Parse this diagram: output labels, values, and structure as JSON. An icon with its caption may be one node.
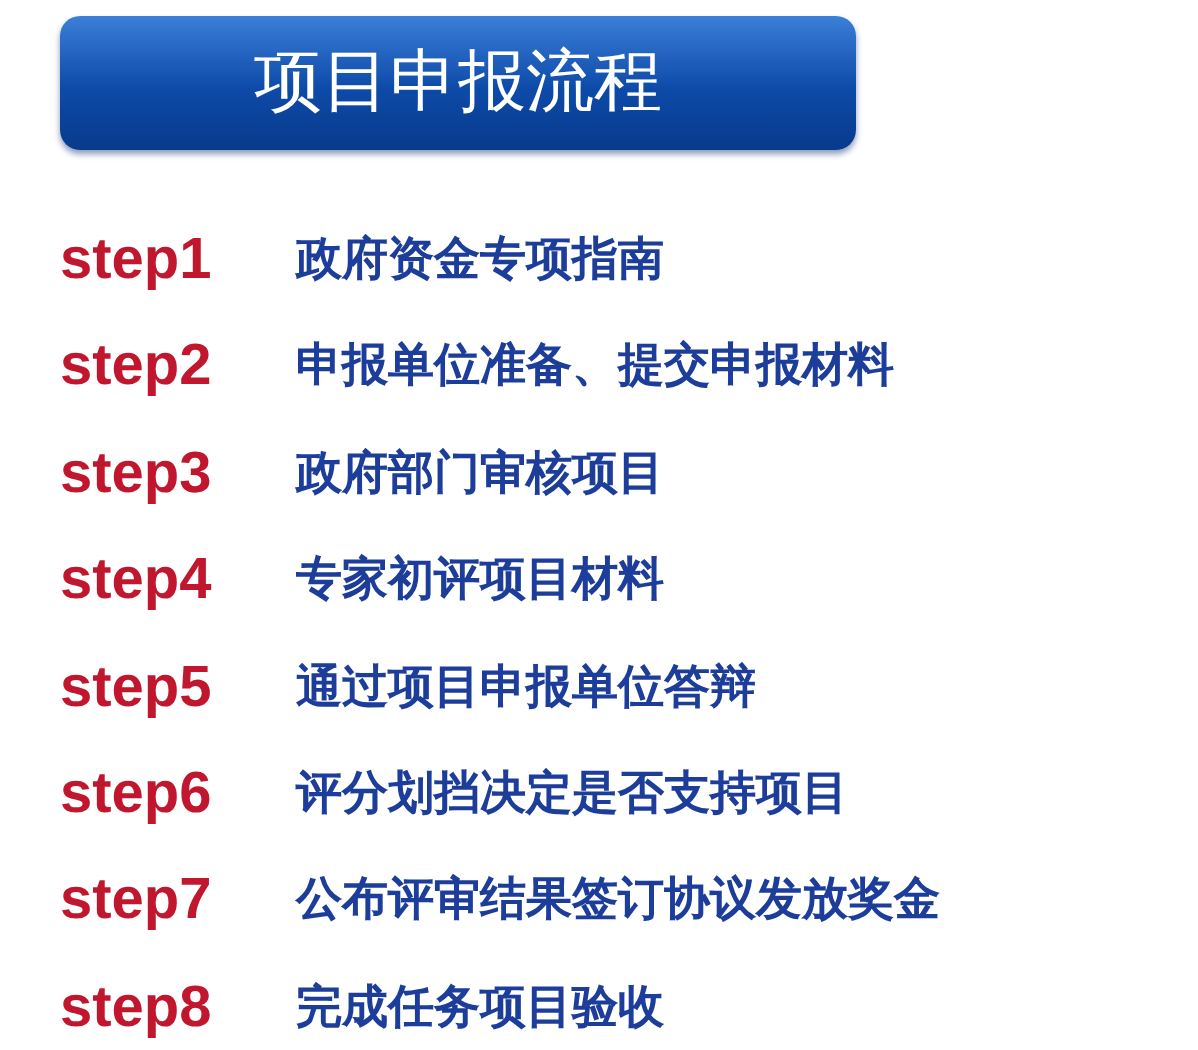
{
  "diagram": {
    "title": "项目申报流程",
    "labels": [
      "step1",
      "政府资金专项指南",
      "step2",
      "申报单位准备、提交申报材料",
      "step3",
      "政府部门审核项目",
      "step4",
      "专家初评项目材料",
      "step5",
      "通过项目申报单位答辩",
      "step6",
      "评分划挡决定是否支持项目",
      "step7",
      "公布评审结果签订协议发放奖金",
      "step8",
      "完成任务项目验收"
    ]
  }
}
